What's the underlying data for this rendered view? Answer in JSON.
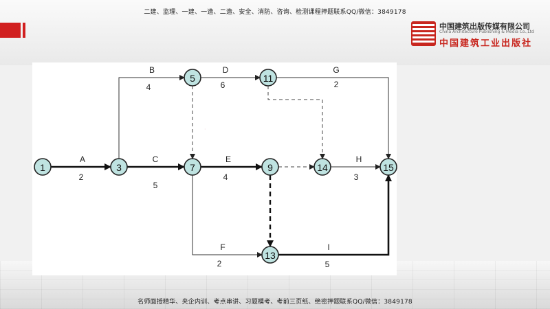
{
  "header": {
    "text": "二建、监理、一建、一造、二造、安全、消防、咨询、检测课程押题联系QQ/微信：3849178"
  },
  "footer": {
    "text": "名师面授精华、央企内训、考点串讲、习题模考、考前三页纸、绝密押题联系QQ/微信：3849178"
  },
  "logo": {
    "name_cn": "中国建筑出版传媒有限公司",
    "name_en": "China Architecture Publishing & Media Co.,Ltd",
    "name_cn2": "中国建筑工业出版社"
  },
  "diagram": {
    "nodes": [
      {
        "id": "1",
        "label": "1"
      },
      {
        "id": "3",
        "label": "3"
      },
      {
        "id": "5",
        "label": "5"
      },
      {
        "id": "7",
        "label": "7"
      },
      {
        "id": "9",
        "label": "9"
      },
      {
        "id": "11",
        "label": "11"
      },
      {
        "id": "13",
        "label": "13"
      },
      {
        "id": "14",
        "label": "14"
      },
      {
        "id": "15",
        "label": "15"
      }
    ],
    "activities": [
      {
        "from": "1",
        "to": "3",
        "name": "A",
        "duration": "2",
        "critical": true
      },
      {
        "from": "3",
        "to": "5",
        "name": "B",
        "duration": "4",
        "critical": false
      },
      {
        "from": "3",
        "to": "7",
        "name": "C",
        "duration": "5",
        "critical": true
      },
      {
        "from": "5",
        "to": "11",
        "name": "D",
        "duration": "6",
        "critical": false
      },
      {
        "from": "7",
        "to": "9",
        "name": "E",
        "duration": "4",
        "critical": true
      },
      {
        "from": "7",
        "to": "13",
        "name": "F",
        "duration": "2",
        "critical": false
      },
      {
        "from": "11",
        "to": "15",
        "name": "G",
        "duration": "2",
        "critical": false
      },
      {
        "from": "14",
        "to": "15",
        "name": "H",
        "duration": "3",
        "critical": false
      },
      {
        "from": "13",
        "to": "15",
        "name": "I",
        "duration": "5",
        "critical": true
      }
    ],
    "dummies": [
      {
        "from": "5",
        "to": "7"
      },
      {
        "from": "11",
        "to": "14"
      },
      {
        "from": "9",
        "to": "14"
      },
      {
        "from": "9",
        "to": "13",
        "critical": true
      }
    ]
  }
}
